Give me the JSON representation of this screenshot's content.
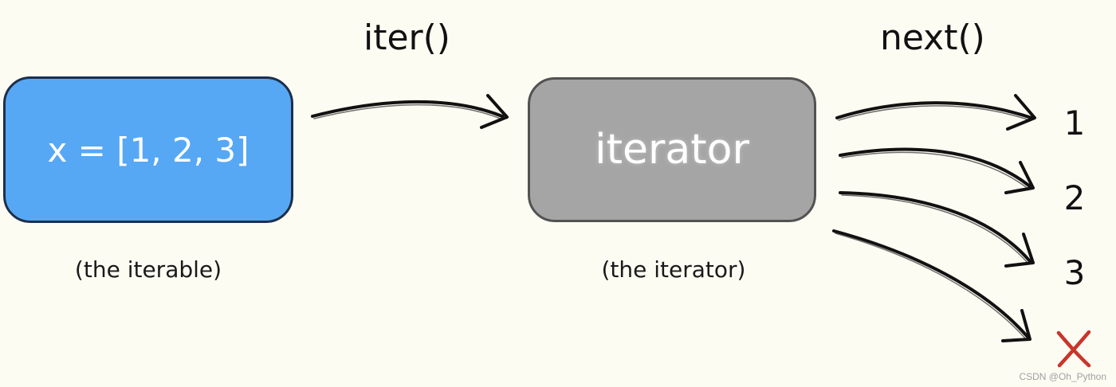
{
  "iterable": {
    "box_text": "x = [1, 2, 3]",
    "caption": "(the iterable)",
    "color": "#56a8f5"
  },
  "iterator": {
    "box_text": "iterator",
    "caption": "(the iterator)",
    "color": "#a5a5a5"
  },
  "functions": {
    "iter_label": "iter()",
    "next_label": "next()"
  },
  "outputs": [
    "1",
    "2",
    "3"
  ],
  "stop_mark": {
    "icon": "x-mark-icon",
    "color": "#c8352b"
  },
  "watermark": "CSDN @Oh_Python"
}
